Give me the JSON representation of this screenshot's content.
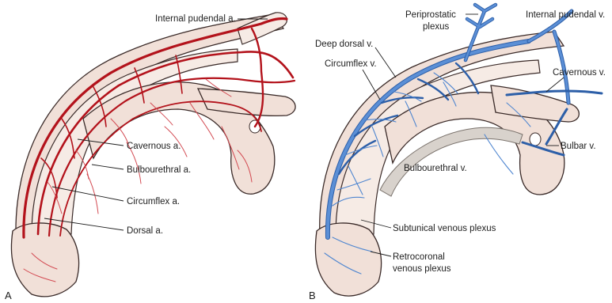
{
  "panel_a": {
    "letter": "A",
    "labels": {
      "internal_pudendal": "Internal pudendal a.",
      "cavernous": "Cavernous a.",
      "bulbourethral": "Bulbourethral a.",
      "circumflex": "Circumflex a.",
      "dorsal": "Dorsal a."
    }
  },
  "panel_b": {
    "letter": "B",
    "labels": {
      "periprostatic_1": "Periprostatic",
      "periprostatic_2": "plexus",
      "internal_pudendal": "Internal pudendal v.",
      "deep_dorsal": "Deep dorsal v.",
      "circumflex": "Circumflex v.",
      "cavernous": "Cavernous v.",
      "bulbar": "Bulbar v.",
      "bulbourethral": "Bulbourethral v.",
      "subtunical_1": "Subtunical venous plexus",
      "retrocoronal_1": "Retrocoronal",
      "retrocoronal_2": "venous plexus"
    }
  },
  "colors": {
    "artery": "#b3121b",
    "vein": "#5b8fd6",
    "tissue": "#f1e0d8"
  }
}
